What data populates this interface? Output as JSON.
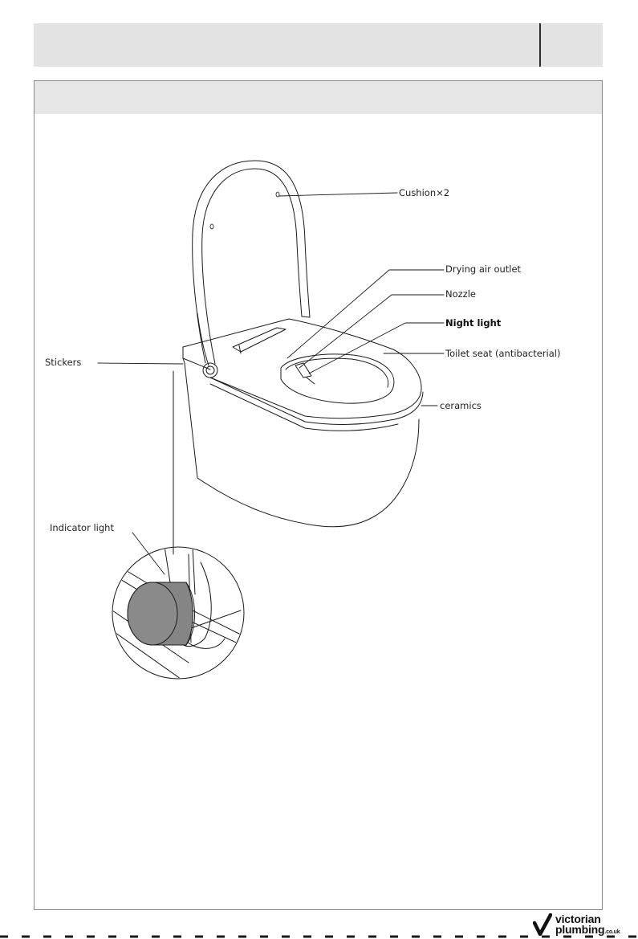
{
  "labels": {
    "cushion": "Cushion×2",
    "drying_air_outlet": "Drying air outlet",
    "nozzle": "Nozzle",
    "night_light": "Night light",
    "stickers": "Stickers",
    "toilet_seat": "Toilet seat (antibacterial)",
    "ceramics": "ceramics",
    "indicator_light": "Indicator light"
  },
  "logo": {
    "line1": "victorian",
    "line2": "plumbing",
    "tld": ".co.uk"
  },
  "colors": {
    "header_bg": "#e3e3e3",
    "panel_border": "#8a8a8a",
    "line": "#1a1a1a",
    "indicator_fill": "#858585"
  },
  "icons": {
    "logo_mark": "checkmark-icon"
  }
}
